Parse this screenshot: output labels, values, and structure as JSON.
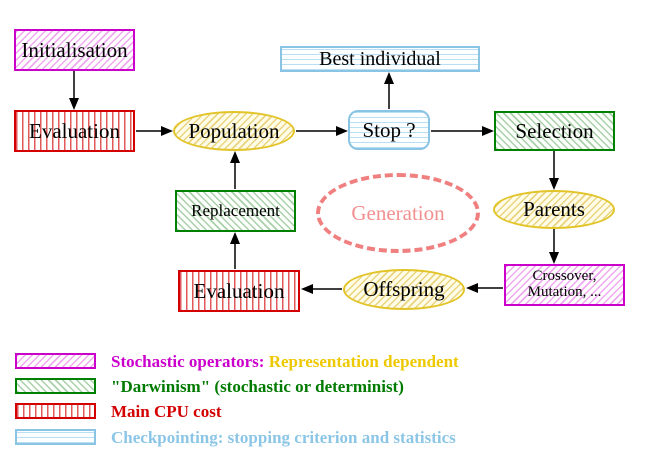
{
  "nodes": {
    "initialisation": {
      "label": "Initialisation"
    },
    "evaluation_top": {
      "label": "Evaluation"
    },
    "population": {
      "label": "Population"
    },
    "stop": {
      "label": "Stop ?"
    },
    "best_individual": {
      "label": "Best individual"
    },
    "selection": {
      "label": "Selection"
    },
    "parents": {
      "label": "Parents"
    },
    "crossover_mutation": {
      "line1": "Crossover,",
      "line2": "Mutation, ..."
    },
    "offspring": {
      "label": "Offspring"
    },
    "evaluation_bottom": {
      "label": "Evaluation"
    },
    "replacement": {
      "label": "Replacement"
    },
    "generation": {
      "label": "Generation"
    }
  },
  "legend": {
    "items": [
      {
        "swatch": "magenta-diagonal-hatch",
        "label": "Stochastic operators:",
        "label2": "Representation dependent"
      },
      {
        "swatch": "green-diagonal-hatch",
        "label": "\"Darwinism\" (stochastic or determinist)"
      },
      {
        "swatch": "red-vertical-stripes",
        "label": "Main CPU cost"
      },
      {
        "swatch": "cyan-horizontal-stripes",
        "label": "Checkpointing: stopping criterion and statistics"
      }
    ]
  },
  "colors": {
    "magenta": "#cc00cc",
    "green": "#008000",
    "red": "#d40000",
    "cyan": "#8ac4e4",
    "yellow_border": "#e2c428",
    "yellow_text": "#eec900",
    "coral": "#f08080",
    "arrow": "#000000"
  }
}
